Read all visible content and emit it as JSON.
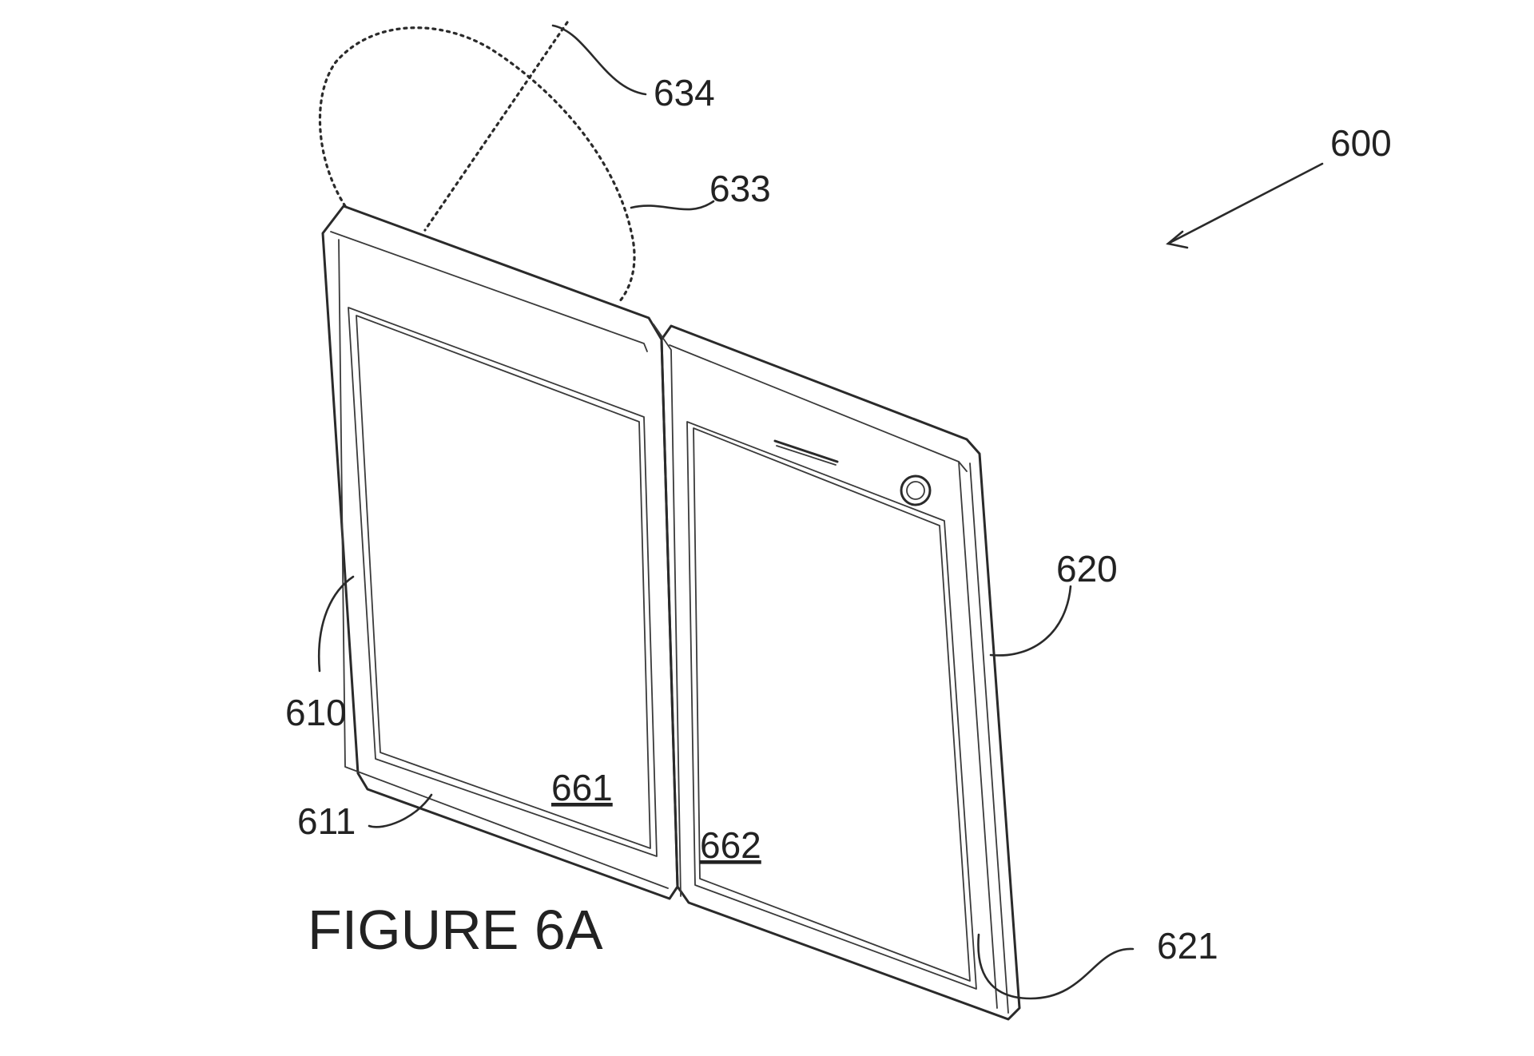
{
  "figure": {
    "caption": "FIGURE 6A",
    "labels": {
      "device": "600",
      "first_housing": "610",
      "first_housing_edge": "611",
      "second_housing": "620",
      "second_housing_edge": "621",
      "rotation_path": "633",
      "rotation_axis": "634",
      "first_display": "661",
      "second_display": "662"
    }
  },
  "colors": {
    "line": "#2a2a2a",
    "background": "#ffffff"
  }
}
